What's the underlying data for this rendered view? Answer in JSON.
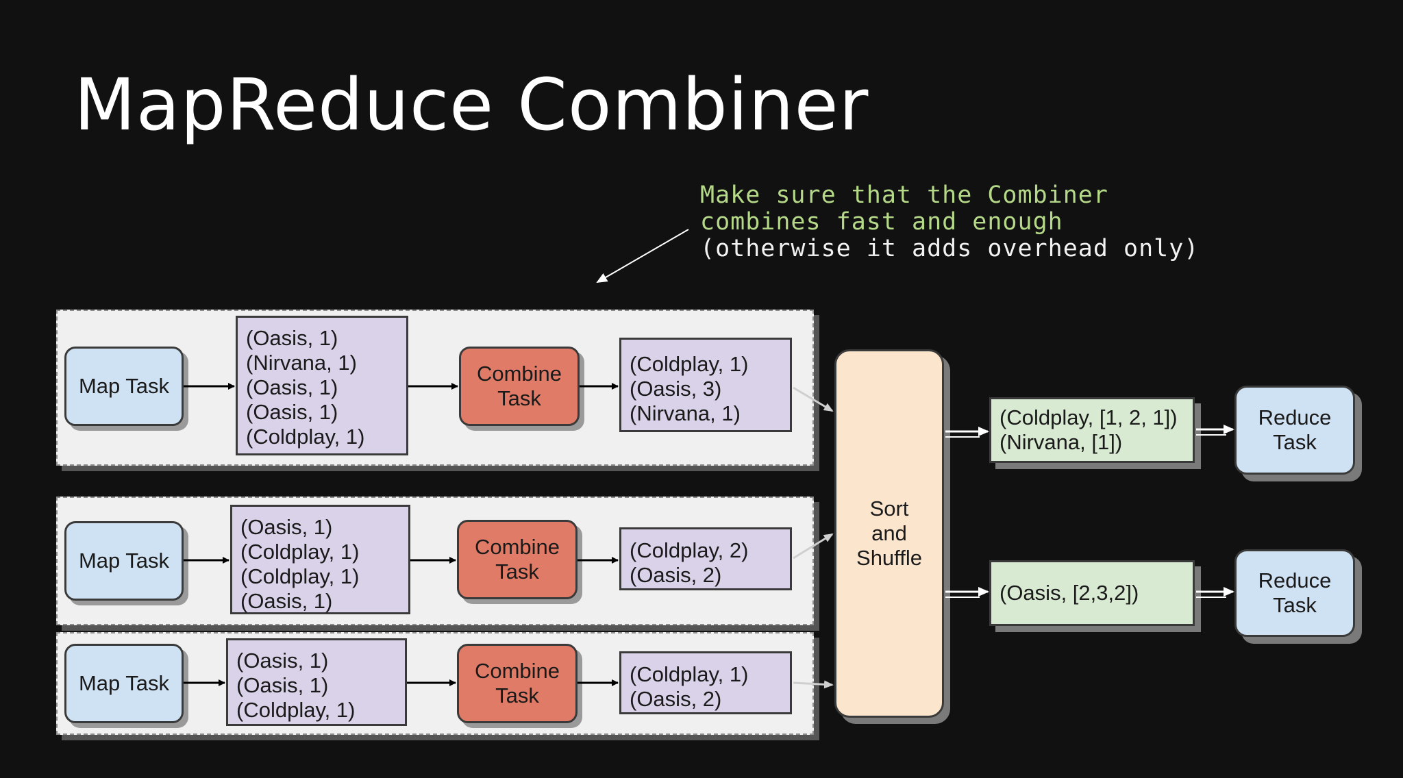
{
  "slide": {
    "title": "MapReduce Combiner"
  },
  "note": {
    "line1": "Make sure that the Combiner",
    "line2": "combines fast and enough",
    "line3": "(otherwise it adds overhead only)"
  },
  "rows": [
    {
      "map_label": "Map Task",
      "pairs": [
        "(Oasis, 1)",
        "(Nirvana, 1)",
        "(Oasis, 1)",
        "(Oasis, 1)",
        "(Coldplay, 1)"
      ],
      "combine_line1": "Combine",
      "combine_line2": "Task",
      "combined": [
        "(Coldplay, 1)",
        "(Oasis, 3)",
        "(Nirvana, 1)"
      ]
    },
    {
      "map_label": "Map Task",
      "pairs": [
        "(Oasis, 1)",
        "(Coldplay, 1)",
        "(Coldplay, 1)",
        "(Oasis, 1)"
      ],
      "combine_line1": "Combine",
      "combine_line2": "Task",
      "combined": [
        "(Coldplay, 2)",
        "(Oasis, 2)"
      ]
    },
    {
      "map_label": "Map Task",
      "pairs": [
        "(Oasis, 1)",
        "(Oasis, 1)",
        "(Coldplay, 1)"
      ],
      "combine_line1": "Combine",
      "combine_line2": "Task",
      "combined": [
        "(Coldplay, 1)",
        "(Oasis, 2)"
      ]
    }
  ],
  "shuffle": {
    "line1": "Sort",
    "line2": "and",
    "line3": "Shuffle"
  },
  "grouped": [
    {
      "lines": [
        "(Coldplay, [1, 2, 1])",
        "(Nirvana, [1])"
      ]
    },
    {
      "lines": [
        "(Oasis, [2,3,2])"
      ]
    }
  ],
  "reduce": [
    {
      "line1": "Reduce",
      "line2": "Task"
    },
    {
      "line1": "Reduce",
      "line2": "Task"
    }
  ],
  "colors": {
    "background": "#111111",
    "note_accent": "#b5d989",
    "map_task": "#cfe2f3",
    "intermediate": "#d9d2e9",
    "combiner": "#e07b67",
    "shuffle": "#fce5cd",
    "grouped": "#d9ead3"
  }
}
